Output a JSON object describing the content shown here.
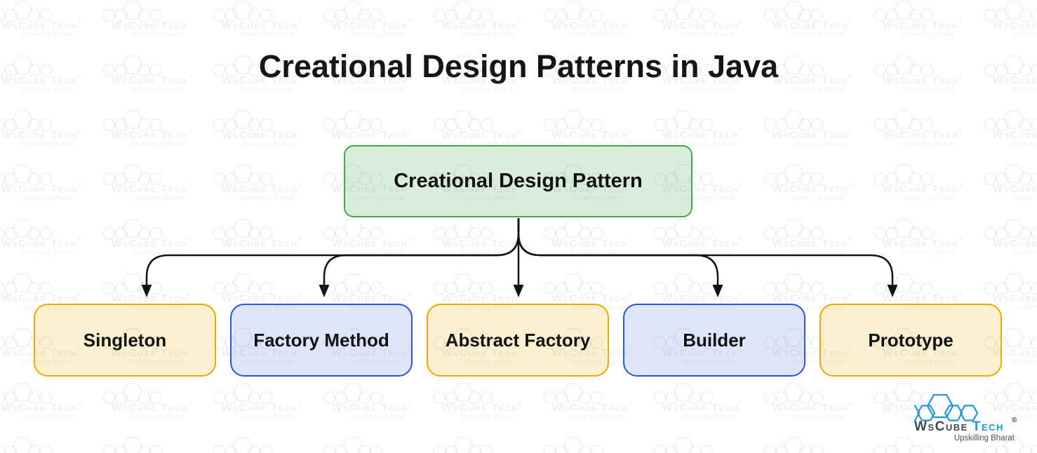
{
  "title": "Creational Design Patterns in Java",
  "diagram": {
    "root": {
      "label": "Creational Design Pattern"
    },
    "children": [
      {
        "label": "Singleton",
        "variant": "yellow"
      },
      {
        "label": "Factory Method",
        "variant": "blue"
      },
      {
        "label": "Abstract Factory",
        "variant": "yellow"
      },
      {
        "label": "Builder",
        "variant": "blue"
      },
      {
        "label": "Prototype",
        "variant": "yellow"
      }
    ],
    "colors": {
      "green_fill": "#d9edda",
      "green_border": "#46a64c",
      "yellow_fill": "#fbf0d0",
      "yellow_border": "#f0a800",
      "blue_fill": "#dfe6fa",
      "blue_border": "#2a54dd",
      "arrow": "#121212"
    }
  },
  "watermark": {
    "brand": "WsCube Tech",
    "registered": "®",
    "tagline": "Upskilling Bharat"
  },
  "logo": {
    "brand_part1": "WsCube",
    "brand_part2": "Tech",
    "registered": "®",
    "tagline": "Upskilling Bharat",
    "icon": "hexagon-cluster-icon",
    "accent_blue": "#2196d3",
    "dark": "#3d4a53"
  }
}
